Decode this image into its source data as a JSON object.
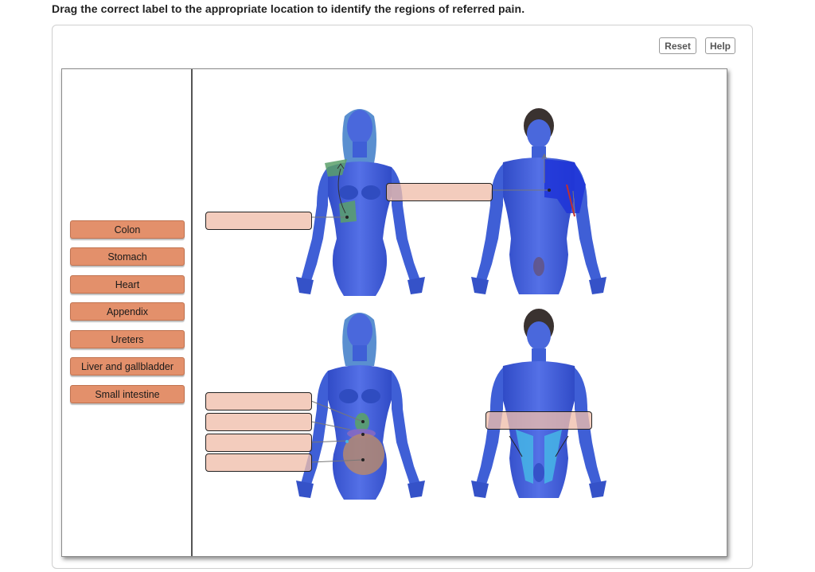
{
  "instruction": "Drag the correct label to the appropriate location to identify the regions of referred pain.",
  "toolbar": {
    "reset_label": "Reset",
    "help_label": "Help"
  },
  "labels": [
    {
      "text": "Colon"
    },
    {
      "text": "Stomach"
    },
    {
      "text": "Heart"
    },
    {
      "text": "Appendix"
    },
    {
      "text": "Ureters"
    },
    {
      "text": "Liver and gallbladder"
    },
    {
      "text": "Small intestine"
    }
  ],
  "colors": {
    "label_fill": "#e3906b",
    "drop_zone_fill": "#f0beaa",
    "skin_blue": "#3f5fd6",
    "hair_blue": "#5a8fd0",
    "hair_dark": "#3a3230",
    "region_green": "#5aa06a",
    "region_purple": "#8a6ac0",
    "region_tan": "#b48870",
    "region_cyan": "#46b6e6",
    "region_deep_blue": "#1f34d8"
  }
}
